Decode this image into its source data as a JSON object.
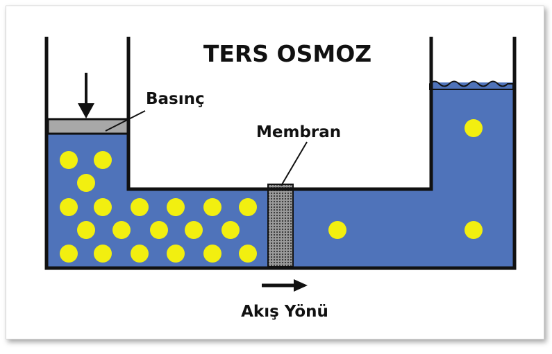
{
  "title": "TERS OSMOZ",
  "labels": {
    "pressure": "Basınç",
    "membrane": "Membran",
    "flow_direction": "Akış Yönü"
  },
  "colors": {
    "water": "#4f73ba",
    "particle": "#f2ef10",
    "piston": "#a8a8a8",
    "wall": "#111111",
    "membrane": "#6a6a6a"
  },
  "icons": {
    "pressure_arrow": "arrow-down-icon",
    "flow_arrow": "arrow-right-icon"
  }
}
